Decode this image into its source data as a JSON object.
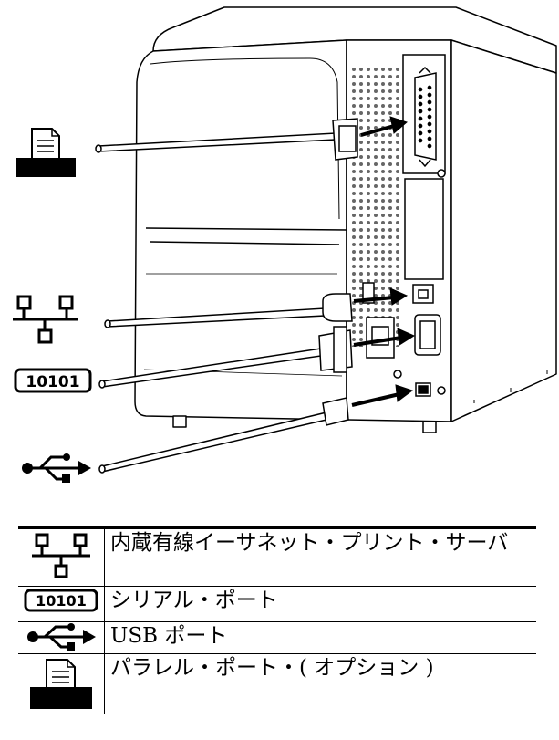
{
  "legend": {
    "rows": [
      {
        "icon": "ethernet-network-icon",
        "label": "内蔵有線イーサネット・プリント・サーバ"
      },
      {
        "icon": "serial-10101-icon",
        "label": "シリアル・ポート",
        "glyph": "10101"
      },
      {
        "icon": "usb-icon",
        "label": "USB ポート"
      },
      {
        "icon": "parallel-printer-icon",
        "label": "パラレル・ポート・( オプション )"
      }
    ]
  },
  "illustration": {
    "serial_glyph": "10101",
    "colors": {
      "line": "#000000",
      "body": "#ffffff",
      "vent": "#555555"
    }
  }
}
